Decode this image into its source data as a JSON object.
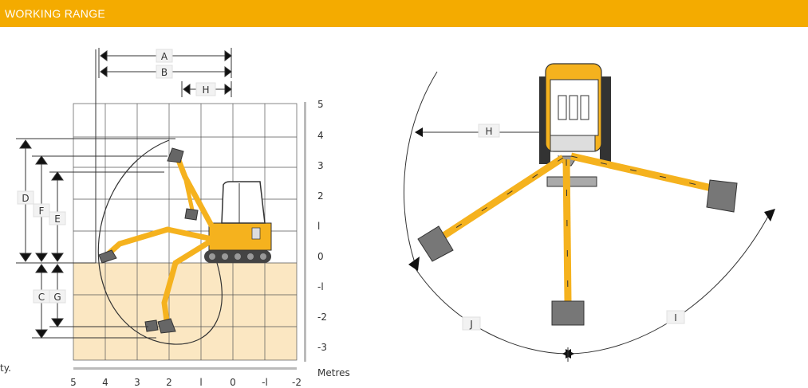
{
  "header": {
    "title": "WORKING RANGE"
  },
  "side_view": {
    "dims": {
      "A": "A",
      "B": "B",
      "H": "H",
      "D": "D",
      "F": "F",
      "E": "E",
      "C": "C",
      "G": "G"
    },
    "y_ticks": [
      "5",
      "4",
      "3",
      "2",
      "l",
      "0",
      "-l",
      "-2",
      "-3"
    ],
    "x_ticks": [
      "5",
      "4",
      "3",
      "2",
      "l",
      "0",
      "-l",
      "-2"
    ],
    "unit": "Metres",
    "truncated_text": "ty."
  },
  "top_view": {
    "dims": {
      "H": "H",
      "I": "I",
      "J": "J"
    }
  },
  "colors": {
    "accent": "#f4ab00",
    "ground": "#fbe7c2",
    "machine": "#f5b21e",
    "dark": "#333333"
  }
}
